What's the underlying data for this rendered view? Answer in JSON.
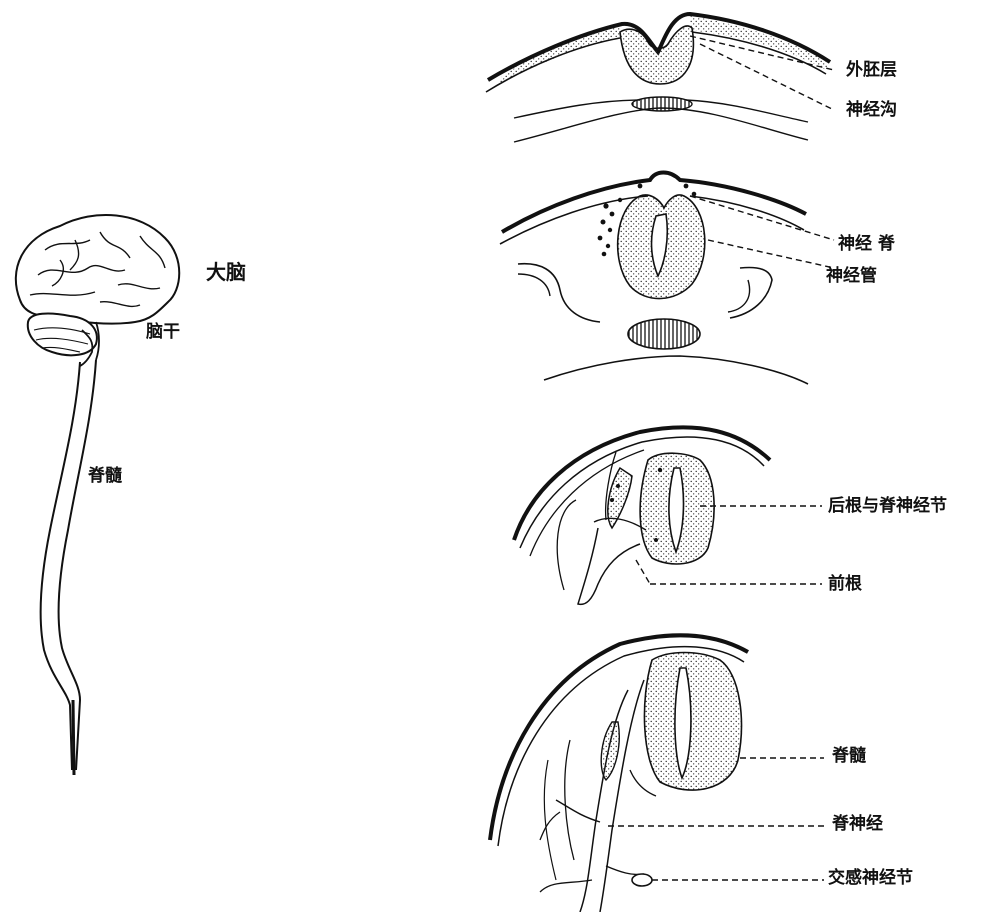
{
  "left": {
    "brain": "大脑",
    "brainstem": "脑干",
    "spinal_cord": "脊髓"
  },
  "stage1": {
    "ectoderm": "外胚层",
    "neural_groove": "神经沟"
  },
  "stage2": {
    "neural_crest": "神经 脊",
    "neural_tube": "神经管"
  },
  "stage3": {
    "dorsal_root": "后根与脊神经节",
    "ventral_root": "前根"
  },
  "stage4": {
    "spinal_cord": "脊髓",
    "spinal_nerve": "脊神经",
    "sympathetic": "交感神经节"
  }
}
